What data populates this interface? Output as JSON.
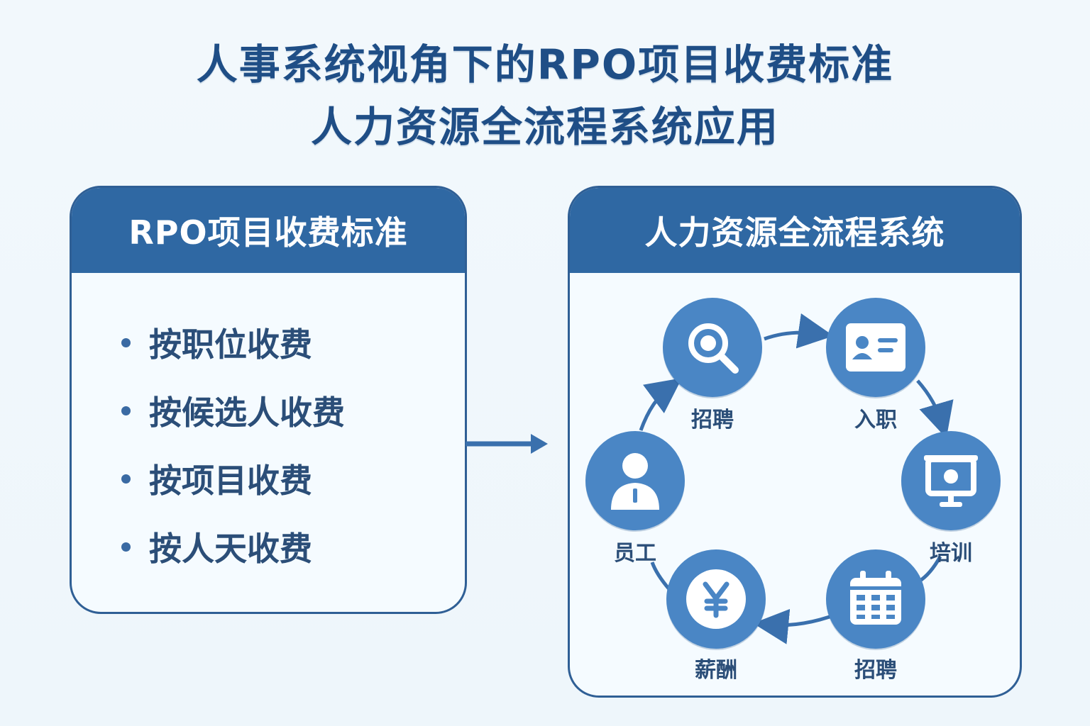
{
  "title": {
    "line1": "人事系统视角下的RPO项目收费标准",
    "line2": "人力资源全流程系统应用"
  },
  "left_panel": {
    "header": "RPO项目收费标准",
    "items": [
      {
        "label": "按职位收费"
      },
      {
        "label": "按候选人收费"
      },
      {
        "label": "按项目收费"
      },
      {
        "label": "按人天收费"
      }
    ]
  },
  "right_panel": {
    "header": "人力资源全流程系统",
    "nodes": [
      {
        "label": "招聘",
        "icon": "search-icon"
      },
      {
        "label": "入职",
        "icon": "id-card-icon"
      },
      {
        "label": "培训",
        "icon": "presentation-icon"
      },
      {
        "label": "招聘",
        "icon": "calendar-icon"
      },
      {
        "label": "薪酬",
        "icon": "yen-icon"
      },
      {
        "label": "员工",
        "icon": "person-icon"
      }
    ]
  },
  "colors": {
    "primary": "#2f68a3",
    "node": "#4a86c5",
    "text": "#2b4e78",
    "title": "#1f4e86",
    "background": "#eef6fb"
  }
}
